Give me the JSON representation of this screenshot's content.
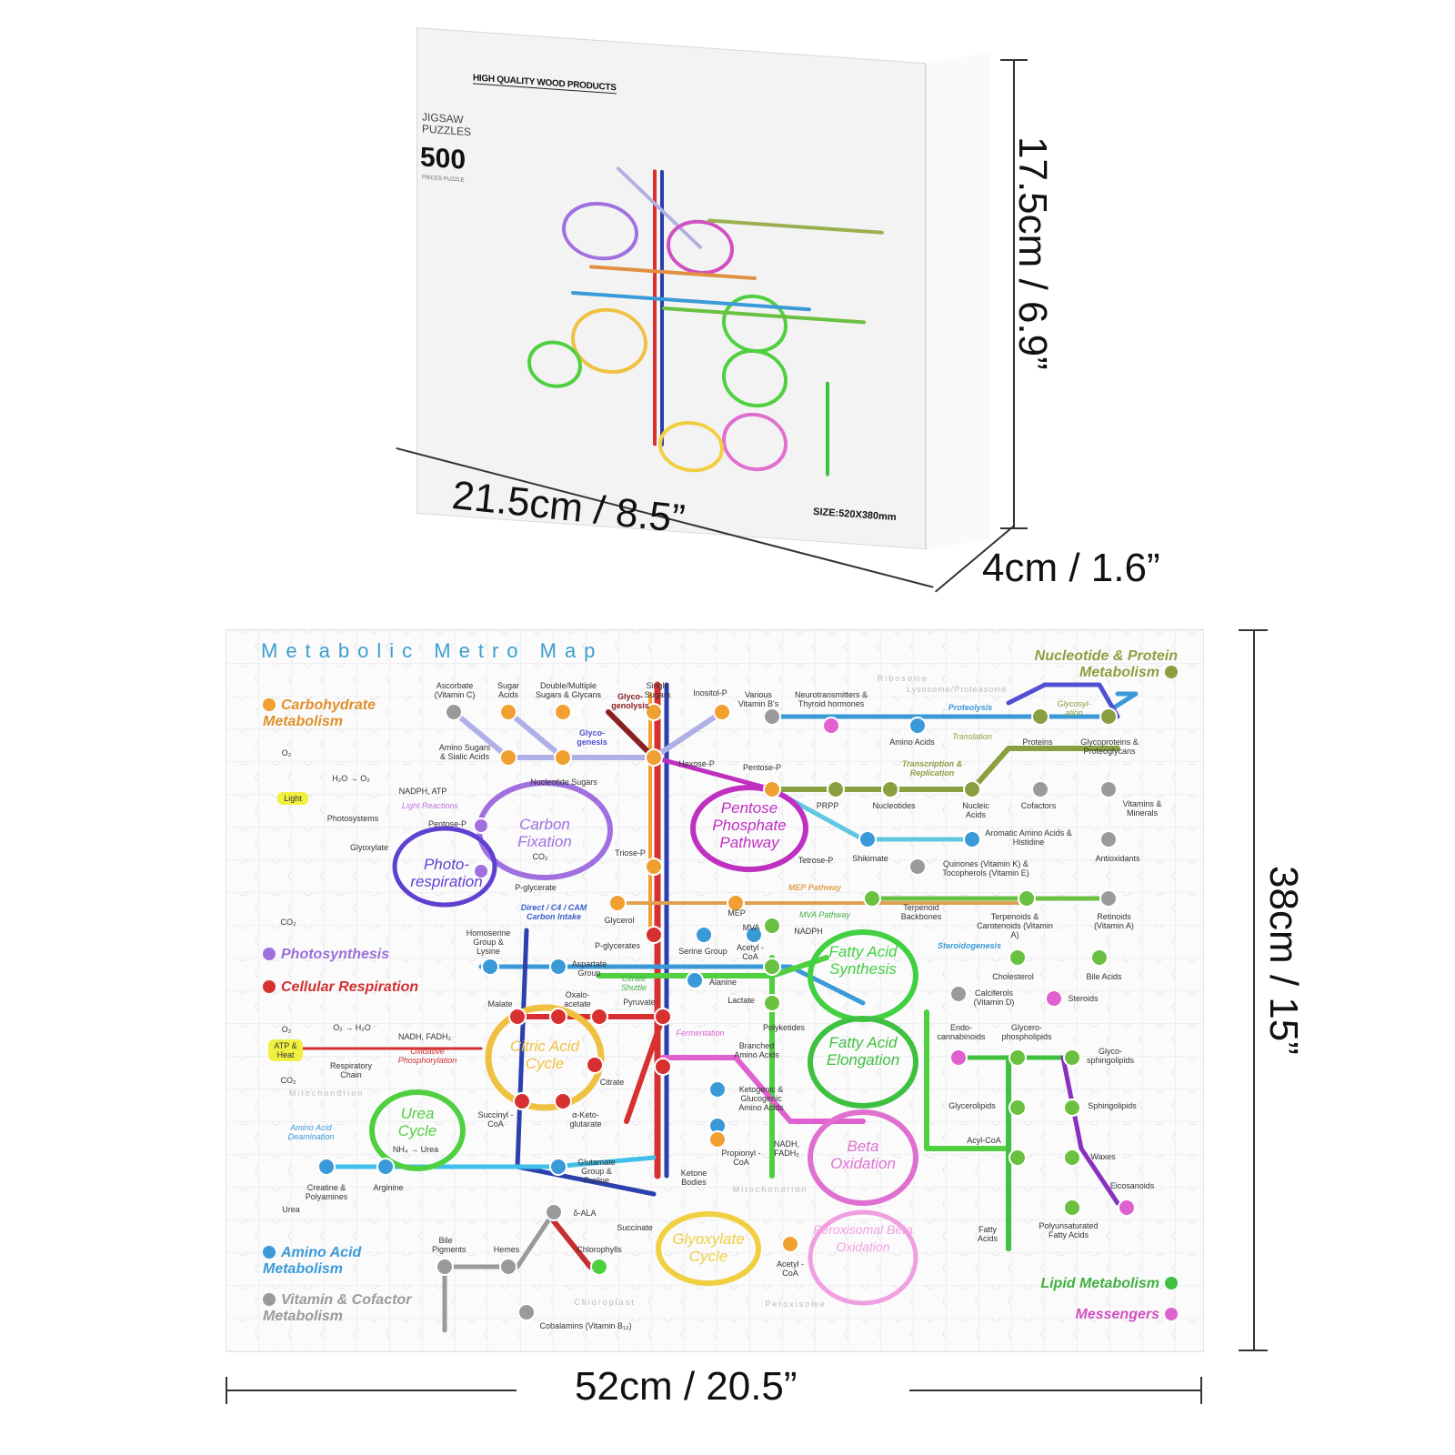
{
  "box": {
    "brand": "HIGH QUALITY WOOD PRODUCTS",
    "jigsaw": "JIGSAW PUZZLES",
    "count": "500",
    "pieces": "PIECES PUZZLE",
    "size": "SIZE:520X380mm"
  },
  "dimensions": {
    "box_height": "17.5cm / 6.9”",
    "box_width": "21.5cm / 8.5”",
    "box_depth": "4cm / 1.6”",
    "puzzle_height": "38cm / 15”",
    "puzzle_width": "52cm / 20.5”"
  },
  "map": {
    "title": "Metabolic Metro Map",
    "legend": {
      "carbohydrate": "Carbohydrate Metabolism",
      "photosynthesis": "Photosynthesis",
      "respiration": "Cellular Respiration",
      "amino": "Amino Acid Metabolism",
      "vitamin": "Vitamin & Cofactor Metabolism",
      "nucleotide": "Nucleotide & Protein Metabolism",
      "lipid": "Lipid Metabolism",
      "messengers": "Messengers"
    },
    "colors": {
      "carbohydrate": "#f0a030",
      "photosynthesis": "#a070e0",
      "respiration": "#d83030",
      "amino": "#3a9ad8",
      "vitamin": "#9a9a9a",
      "nucleotide": "#8aa040",
      "lipid": "#40c040",
      "messengers": "#e060d0"
    },
    "cycles": {
      "carbon_fixation": "Carbon Fixation",
      "photorespiration": "Photo-respiration",
      "pentose": "Pentose Phosphate Pathway",
      "citric": "Citric Acid Cycle",
      "urea": "Urea Cycle",
      "fa_synthesis": "Fatty Acid Synthesis",
      "fa_elongation": "Fatty Acid Elongation",
      "beta": "Beta Oxidation",
      "perox": "Peroxisomal Beta Oxidation",
      "glyoxylate": "Glyoxylate Cycle"
    },
    "labels": {
      "ascorbate": "Ascorbate (Vitamin C)",
      "sugar_acids": "Sugar Acids",
      "double_sugars": "Double/Multiple Sugars & Glycans",
      "glycogenolysis": "Glyco-genolysis",
      "single_sugars": "Single Sugars",
      "inositol": "Inositol-P",
      "various_vit": "Various Vitamin B's",
      "neuro": "Neurotransmitters & Thyroid hormones",
      "amino_sugars": "Amino Sugars & Sialic Acids",
      "glycogenesis": "Glyco-genesis",
      "hexose": "Hexose-P",
      "pentose_p": "Pentose-P",
      "nucleotide_sugars": "Nucleotide Sugars",
      "h2o_o2": "H₂O → O₂",
      "nadph_atp": "NADPH, ATP",
      "light": "Light",
      "light_reactions": "Light Reactions",
      "photosystems": "Photosystems",
      "pentose_p2": "Pentose-P",
      "glyoxylate": "Glyoxylate",
      "triose": "Triose-P",
      "p_glycerate": "P-glycerate",
      "direct": "Direct / C4 / CAM Carbon Intake",
      "glycerol": "Glycerol",
      "homoserine": "Homoserine Group & Lysine",
      "p_glycerates": "P-glycerates",
      "serine": "Serine Group",
      "acetyl_coa": "Acetyl -CoA",
      "aspartate": "Aspartate Group",
      "alanine": "Alanine",
      "oxaloacetate": "Oxalo-acetate",
      "pyruvate": "Pyruvate",
      "lactate": "Lactate",
      "malate": "Malate",
      "citrate_shuttle": "Citrate Shuttle",
      "atp_heat": "ATP & Heat",
      "nadh_fadh": "NADH, FADH₂",
      "oxidative": "Oxidative Phosphorylation",
      "respiratory": "Respiratory Chain",
      "citrate": "Citrate",
      "branched": "Branched Amino Acids",
      "fermentation": "Fermentation",
      "ketogenic": "Ketogenic & Glucogenic Amino Acids",
      "amino_deamination": "Amino Acid Deamination",
      "succinyl": "Succinyl -CoA",
      "aketo": "α-Keto-glutarate",
      "nh4_urea": "NH₄ → Urea",
      "creatine": "Creatine & Polyamines",
      "arginine": "Arginine",
      "urea": "Urea",
      "glutamate": "Glutamate Group & Proline",
      "ketone": "Ketone Bodies",
      "propionyl": "Propionyl -CoA",
      "nadh_fadh2": "NADH, FADH₂",
      "dala": "δ-ALA",
      "succinate": "Succinate",
      "bile_pigments": "Bile Pigments",
      "hemes": "Hemes",
      "chlorophylls": "Chlorophylls",
      "acetyl_coa2": "Acetyl -CoA",
      "cobalamins": "Cobalamins (Vitamin B₁₂)",
      "prpp": "PRPP",
      "nucleotides": "Nucleotides",
      "nucleic": "Nucleic Acids",
      "cofactors": "Cofactors",
      "vitamins_minerals": "Vitamins & Minerals",
      "aromatic": "Aromatic Amino Acids & Histidine",
      "tetrose": "Tetrose-P",
      "shikimate": "Shikimate",
      "quinones": "Quinones (Vitamin K) & Tocopherols (Vitamin E)",
      "antioxidants": "Antioxidants",
      "mep": "MEP Pathway",
      "mep2": "MEP",
      "terpenoid_bb": "Terpenoid Backbones",
      "terpenoids": "Terpenoids & Carotenoids (Vitamin A)",
      "retinoids": "Retinoids (Vitamin A)",
      "mva": "MVA",
      "mva_path": "MVA Pathway",
      "nadph": "NADPH",
      "steroidogenesis": "Steroidogenesis",
      "cholesterol": "Cholesterol",
      "bile_acids": "Bile Acids",
      "calciferols": "Calciferols (Vitamin D)",
      "steroids": "Steroids",
      "polyketides": "Polyketides",
      "endocannabinoids": "Endo-cannabinoids",
      "glycerophospholipids": "Glycero-phospholipids",
      "glycosphingolipids": "Glyco-sphingolipids",
      "glycerolipids": "Glycerolipids",
      "sphingolipids": "Sphingolipids",
      "acyl_coa": "Acyl-CoA",
      "waxes": "Waxes",
      "eicosanoids": "Eicosanoids",
      "fatty_acids": "Fatty Acids",
      "polyunsat": "Polyunsaturated Fatty Acids",
      "amino_acids": "Amino Acids",
      "proteins": "Proteins",
      "glycoproteins": "Glycoproteins & Proteoglycans",
      "proteolysis": "Proteolysis",
      "translation": "Translation",
      "transcription": "Transcription & Replication",
      "glycosylation": "Glycosyl-ation",
      "ribosome": "Ribosome",
      "lysosome": "Lysosome/Proteasome",
      "mitochondrion": "Mitochondrion",
      "mitochondrion2": "Mitochondrion",
      "chloroplast": "Chloroplast",
      "peroxisome": "Peroxisome",
      "o2": "O₂",
      "co2": "CO₂",
      "co2b": "CO₂",
      "o2b": "O₂",
      "o2_h2o": "O₂ → H₂O",
      "co2c": "CO₂"
    }
  }
}
